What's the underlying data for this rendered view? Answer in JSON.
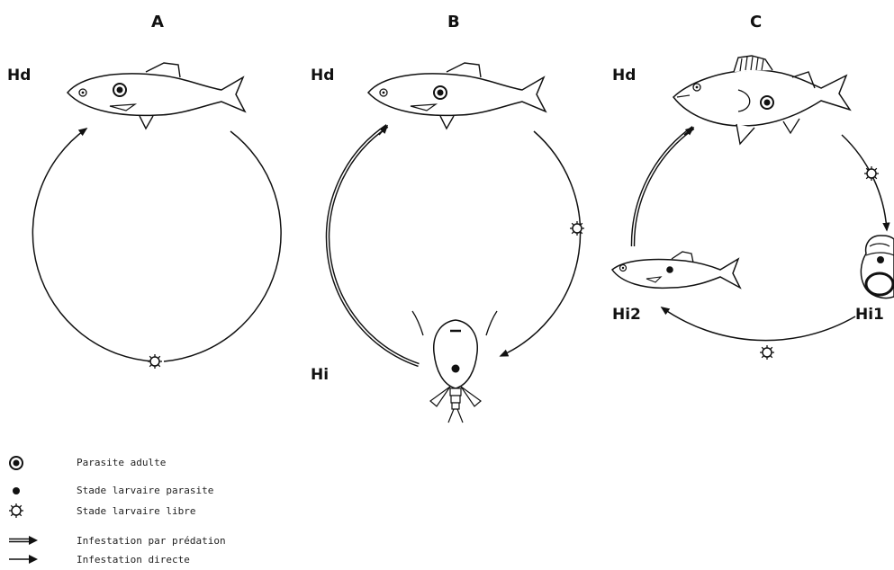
{
  "panels": {
    "a": {
      "title": "A",
      "hosts": {
        "definitive": "Hd"
      }
    },
    "b": {
      "title": "B",
      "hosts": {
        "definitive": "Hd",
        "intermediate": "Hi"
      }
    },
    "c": {
      "title": "C",
      "hosts": {
        "definitive": "Hd",
        "intermediate_1": "Hi1",
        "intermediate_2": "Hi2"
      }
    }
  },
  "legend": {
    "adult_parasite": "Parasite adulte",
    "larval_parasite": "Stade larvaire parasite",
    "larval_free": "Stade larvaire libre",
    "predation_infestation": "Infestation par prédation",
    "direct_infestation": "Infestation directe"
  },
  "colors": {
    "ink": "#111111",
    "background": "#ffffff"
  }
}
